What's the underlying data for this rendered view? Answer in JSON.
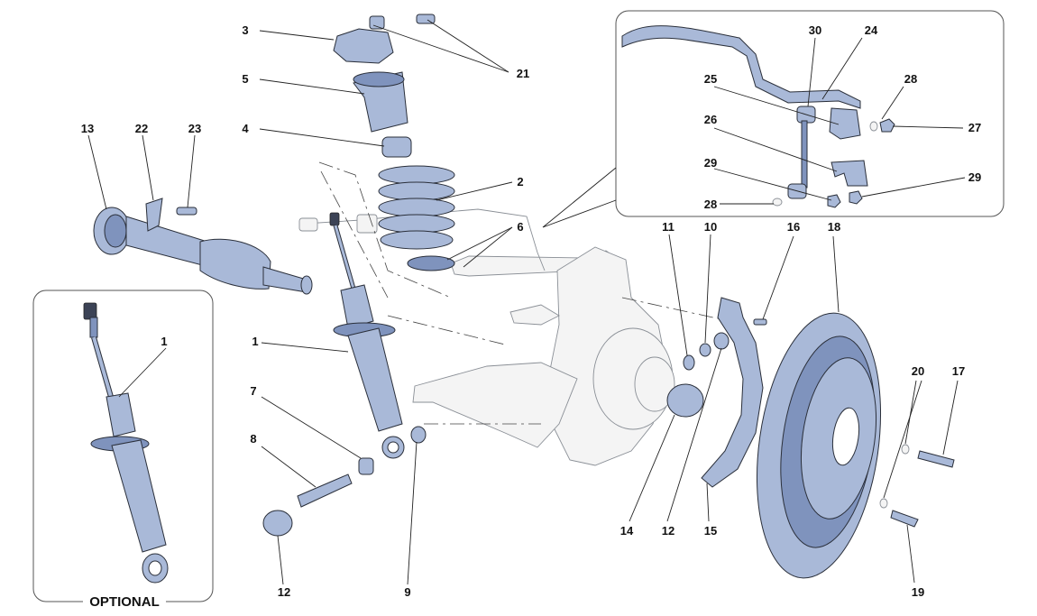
{
  "diagram": {
    "callouts": {
      "n1": "1",
      "n2": "2",
      "n3": "3",
      "n4": "4",
      "n5": "5",
      "n6": "6",
      "n7": "7",
      "n8": "8",
      "n9": "9",
      "n10": "10",
      "n11": "11",
      "n12": "12",
      "n13": "13",
      "n14": "14",
      "n15": "15",
      "n16": "16",
      "n17": "17",
      "n18": "18",
      "n19": "19",
      "n20": "20",
      "n21": "21",
      "n22": "22",
      "n23": "23",
      "n24": "24",
      "n25": "25",
      "n26": "26",
      "n27": "27",
      "n28": "28",
      "n29": "29",
      "n30": "30"
    },
    "optional_label": "OPTIONAL"
  },
  "colors": {
    "part_fill": "#a9b9d8",
    "part_shade": "#7f93bd",
    "outline": "#2a2f3a",
    "ghost_line": "#8a8f96"
  }
}
